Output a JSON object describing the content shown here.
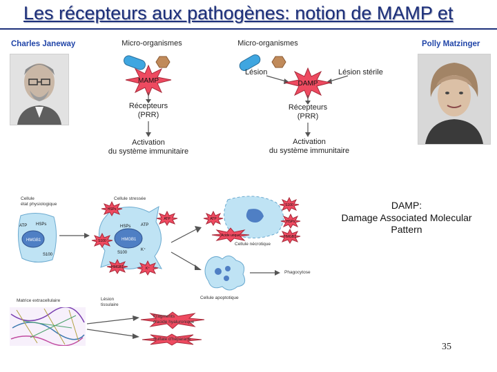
{
  "title": "Les récepteurs aux pathogènes: notion de MAMP et",
  "left_scientist": {
    "name": "Charles Janeway"
  },
  "right_scientist": {
    "name": "Polly Matzinger"
  },
  "janeway_model": {
    "microbes": "Micro-organismes",
    "signal": "MAMP",
    "receptors_line1": "Récepteurs",
    "receptors_line2": "(PRR)",
    "activation_line1": "Activation",
    "activation_line2": "du système immunitaire"
  },
  "matzinger_model": {
    "microbes": "Micro-organismes",
    "lesion": "Lésion",
    "sterile_lesion": "Lésion stérile",
    "signal": "DAMP",
    "receptors_line1": "Récepteurs",
    "receptors_line2": "(PRR)",
    "activation_line1": "Activation",
    "activation_line2": "du système immunitaire"
  },
  "figure": {
    "cell_physio_line1": "Cellule",
    "cell_physio_line2": "état physiologique",
    "stressed_cell": "Cellule stressée",
    "necrotic_cell": "Cellule nécrotique",
    "phagocytosis": "Phagocytose",
    "apoptotic_cell": "Cellule apoptotique",
    "ecm": "Matrice extracellulaire",
    "tissue_lesion_line1": "Lésion",
    "tissue_lesion_line2": "tissulaire",
    "fragment_line1": "Fragments",
    "fragment_line2": "d'acide hyaluronique",
    "heparan": "Sulfate d'héparane",
    "labels": {
      "atp": "ATP",
      "hsps": "HSPs",
      "hmgb1": "HMGB1",
      "s100": "S100",
      "uric_acid": "Acide urique",
      "k": "K⁺"
    }
  },
  "damp_definition": {
    "line1": "DAMP:",
    "line2": "Damage Associated Molecular",
    "line3": "Pattern"
  },
  "page_number": "35",
  "colors": {
    "title": "#1c2f7a",
    "names": "#2145a8",
    "microbe": "#3fa6e0",
    "pathogen": "#c08a5a",
    "star": "#ee4a60",
    "cell": "#bfe3f4",
    "nucleus": "#4f7fc4"
  }
}
